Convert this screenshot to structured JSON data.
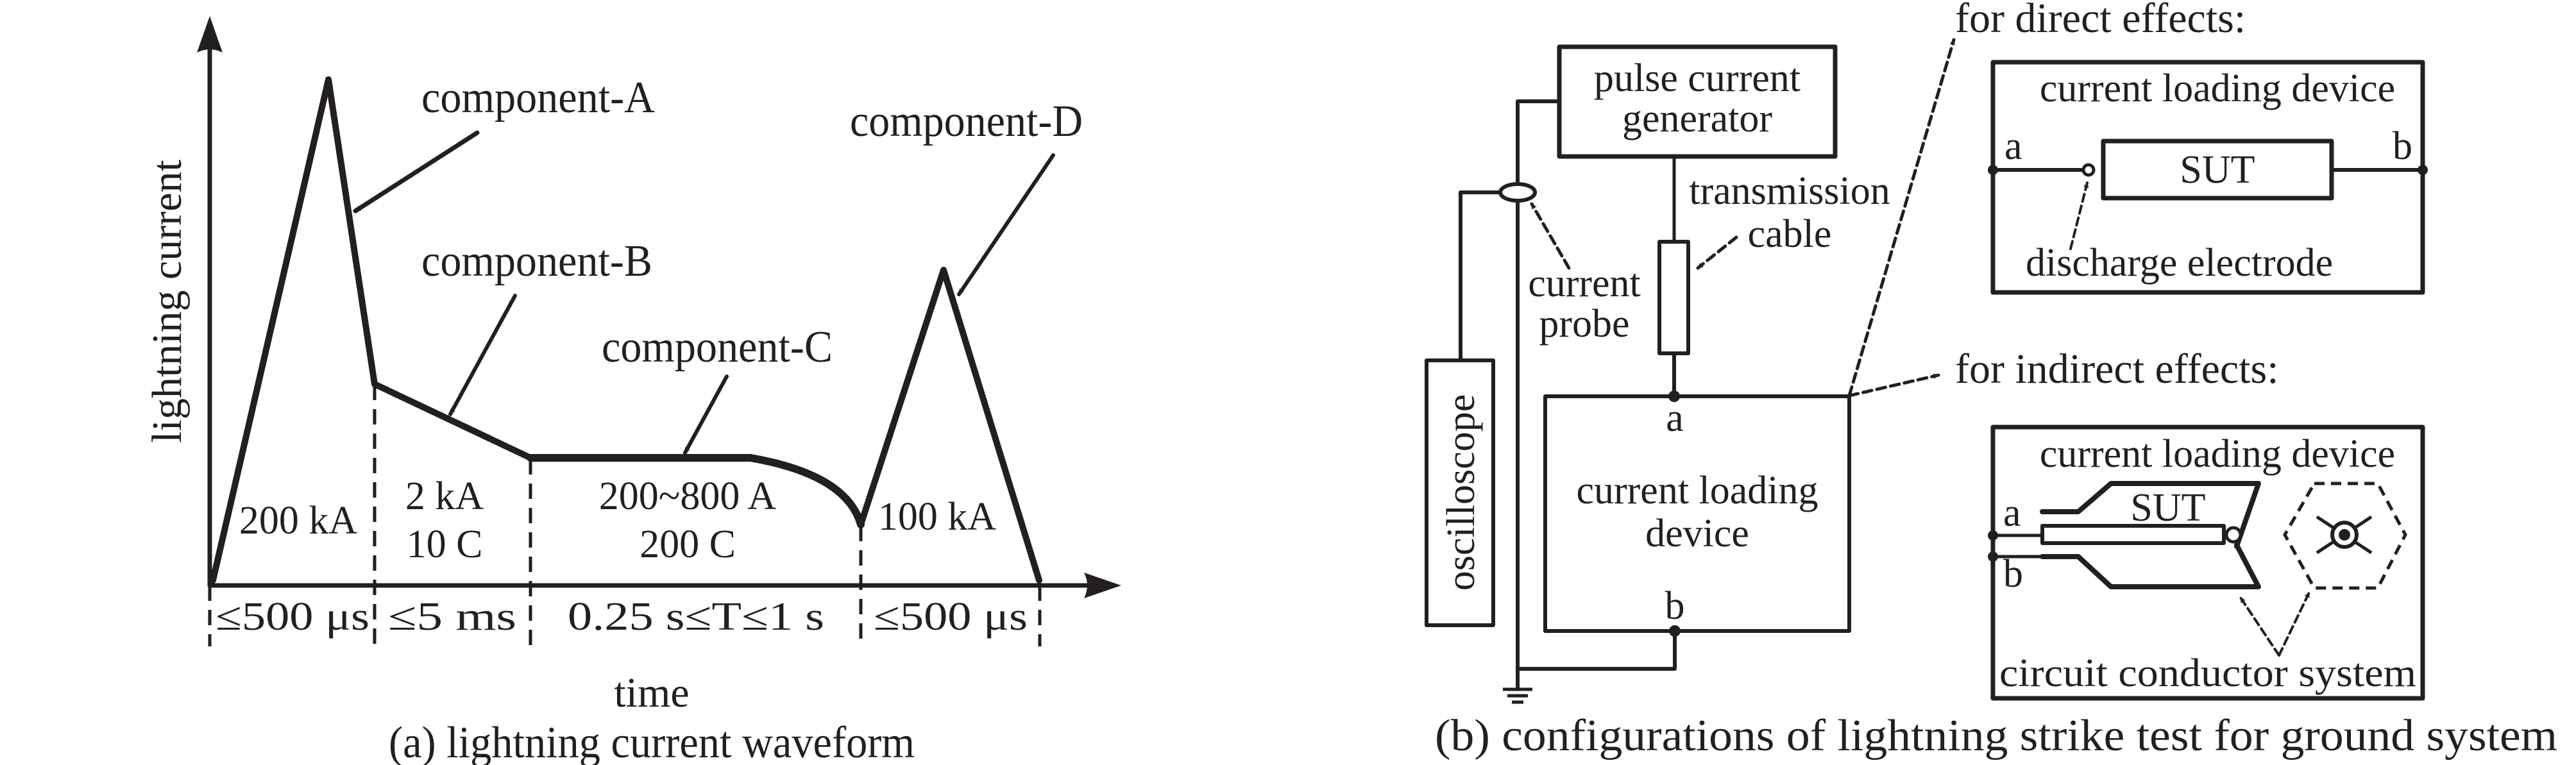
{
  "figure": {
    "panel_a": {
      "caption": "(a) lightning current waveform",
      "y_axis_label": "lightning current",
      "x_axis_label": "time",
      "components": [
        {
          "name": "component-A",
          "amplitude": "200 kA",
          "duration": "≤500 μs"
        },
        {
          "name": "component-B",
          "amplitude": "2 kA",
          "charge": "10 C",
          "duration": "≤5 ms"
        },
        {
          "name": "component-C",
          "amplitude": "200~800 A",
          "charge": "200 C",
          "duration": "0.25 s≤T≤1 s"
        },
        {
          "name": "component-D",
          "amplitude": "100 kA",
          "duration": "≤500 μs"
        }
      ]
    },
    "panel_b": {
      "caption": "(b) configurations of lightning strike test for ground system",
      "pulse_generator": {
        "line1": "pulse current",
        "line2": "generator"
      },
      "transmission_cable": {
        "line1": "transmission",
        "line2": "cable"
      },
      "current_probe": {
        "line1": "current",
        "line2": "probe"
      },
      "oscilloscope": "oscilloscope",
      "loading_device": {
        "line1": "current loading",
        "line2": "device",
        "node_a": "a",
        "node_b": "b"
      },
      "direct": {
        "heading": "for direct effects:",
        "box_title": "current loading device",
        "sut": "SUT",
        "node_a": "a",
        "node_b": "b",
        "electrode_label": "discharge electrode"
      },
      "indirect": {
        "heading": "for indirect effects:",
        "box_title": "current loading device",
        "sut": "SUT",
        "node_a": "a",
        "node_b": "b",
        "conductor_label": "circuit conductor system"
      }
    }
  },
  "chart_data": {
    "type": "line",
    "title": "(a) lightning current waveform",
    "xlabel": "time",
    "ylabel": "lightning current",
    "grid": false,
    "x_intervals": [
      "≤500 μs",
      "≤5 ms",
      "0.25 s≤T≤1 s",
      "≤500 μs"
    ],
    "series": [
      {
        "name": "component-A",
        "shape": "triangular pulse",
        "peak": "200 kA",
        "duration": "≤500 μs"
      },
      {
        "name": "component-B",
        "shape": "linear decay",
        "average": "2 kA",
        "charge": "10 C",
        "duration": "≤5 ms"
      },
      {
        "name": "component-C",
        "shape": "plateau then decay",
        "current": "200~800 A",
        "charge": "200 C",
        "duration": "0.25 s≤T≤1 s"
      },
      {
        "name": "component-D",
        "shape": "triangular pulse",
        "peak": "100 kA",
        "duration": "≤500 μs"
      }
    ],
    "annotations": [
      "component-A",
      "component-B",
      "component-C",
      "component-D"
    ]
  }
}
